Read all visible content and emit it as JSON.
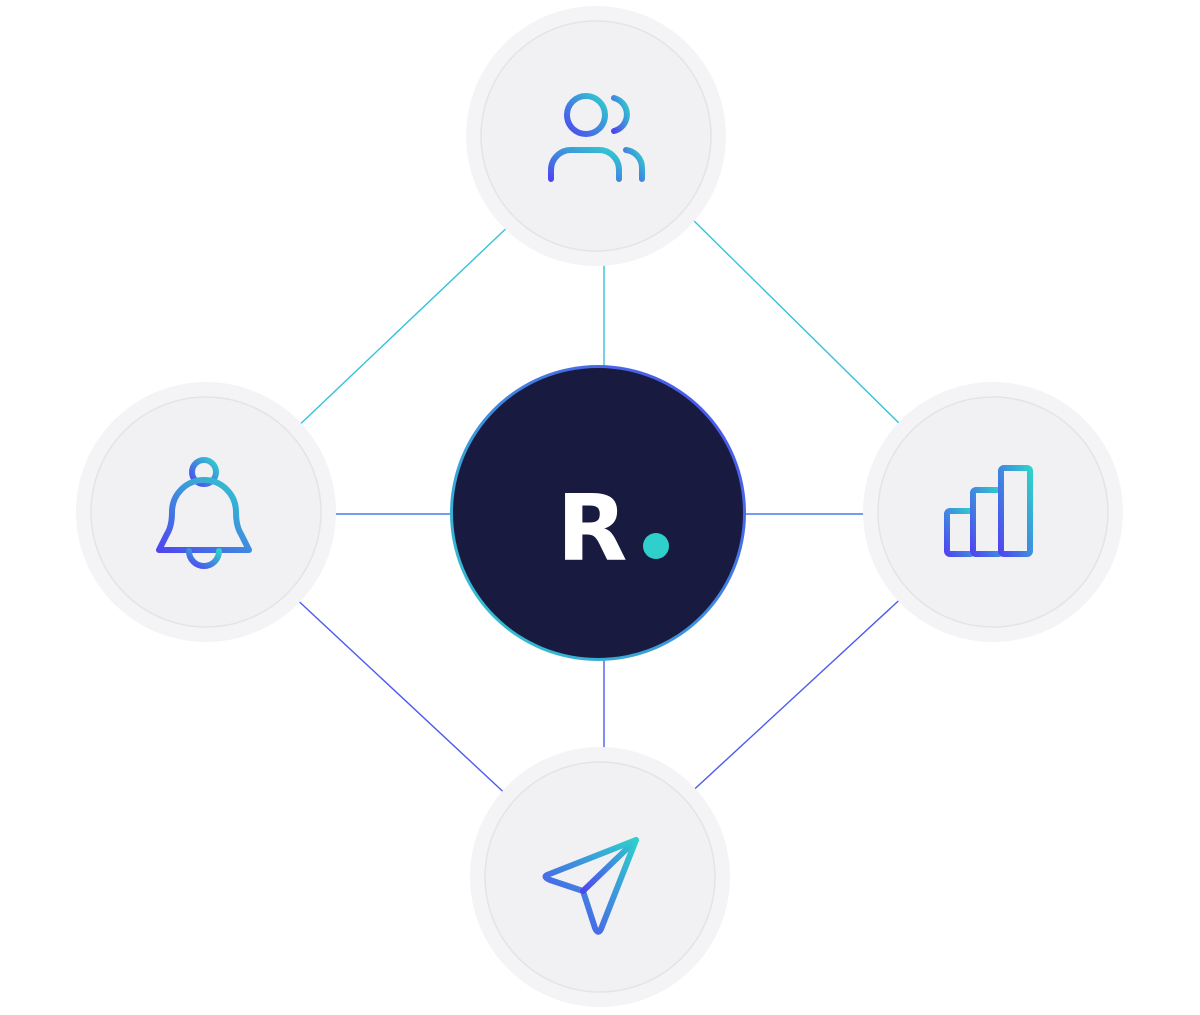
{
  "logo": {
    "letter": "R",
    "text_color": "#ffffff",
    "dot_color": "#2fd0cc",
    "background": "#181a40"
  },
  "nodes": [
    {
      "id": "users",
      "icon": "users-icon"
    },
    {
      "id": "notifications",
      "icon": "bell-icon"
    },
    {
      "id": "analytics",
      "icon": "bar-chart-icon"
    },
    {
      "id": "send",
      "icon": "paper-plane-icon"
    }
  ],
  "colors": {
    "node_fill": "#f1f1f4",
    "node_halo": "#f6f6f8",
    "gradient_start": "#4f46f0",
    "gradient_end": "#2fd0cc",
    "connector_top": "#35c2d8",
    "connector_bottom": "#4b5bf0"
  }
}
